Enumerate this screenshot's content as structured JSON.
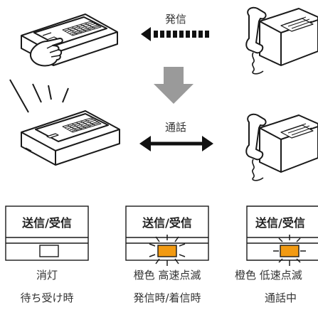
{
  "arrows": {
    "outgoing_label": "発信",
    "talk_label": "通話"
  },
  "panels": [
    {
      "title": "送信/受信",
      "caption1": "消灯",
      "caption2": "待ち受け時"
    },
    {
      "title": "送信/受信",
      "caption1": "橙色 高速点滅",
      "caption2": "発信時/着信時"
    },
    {
      "title": "送信/受信",
      "caption1": "橙色 低速点滅",
      "caption2": "通話中"
    }
  ],
  "colors": {
    "led_on": "#f29a12",
    "arrow_gray": "#9a9a9a",
    "line": "#1a1a1a"
  }
}
